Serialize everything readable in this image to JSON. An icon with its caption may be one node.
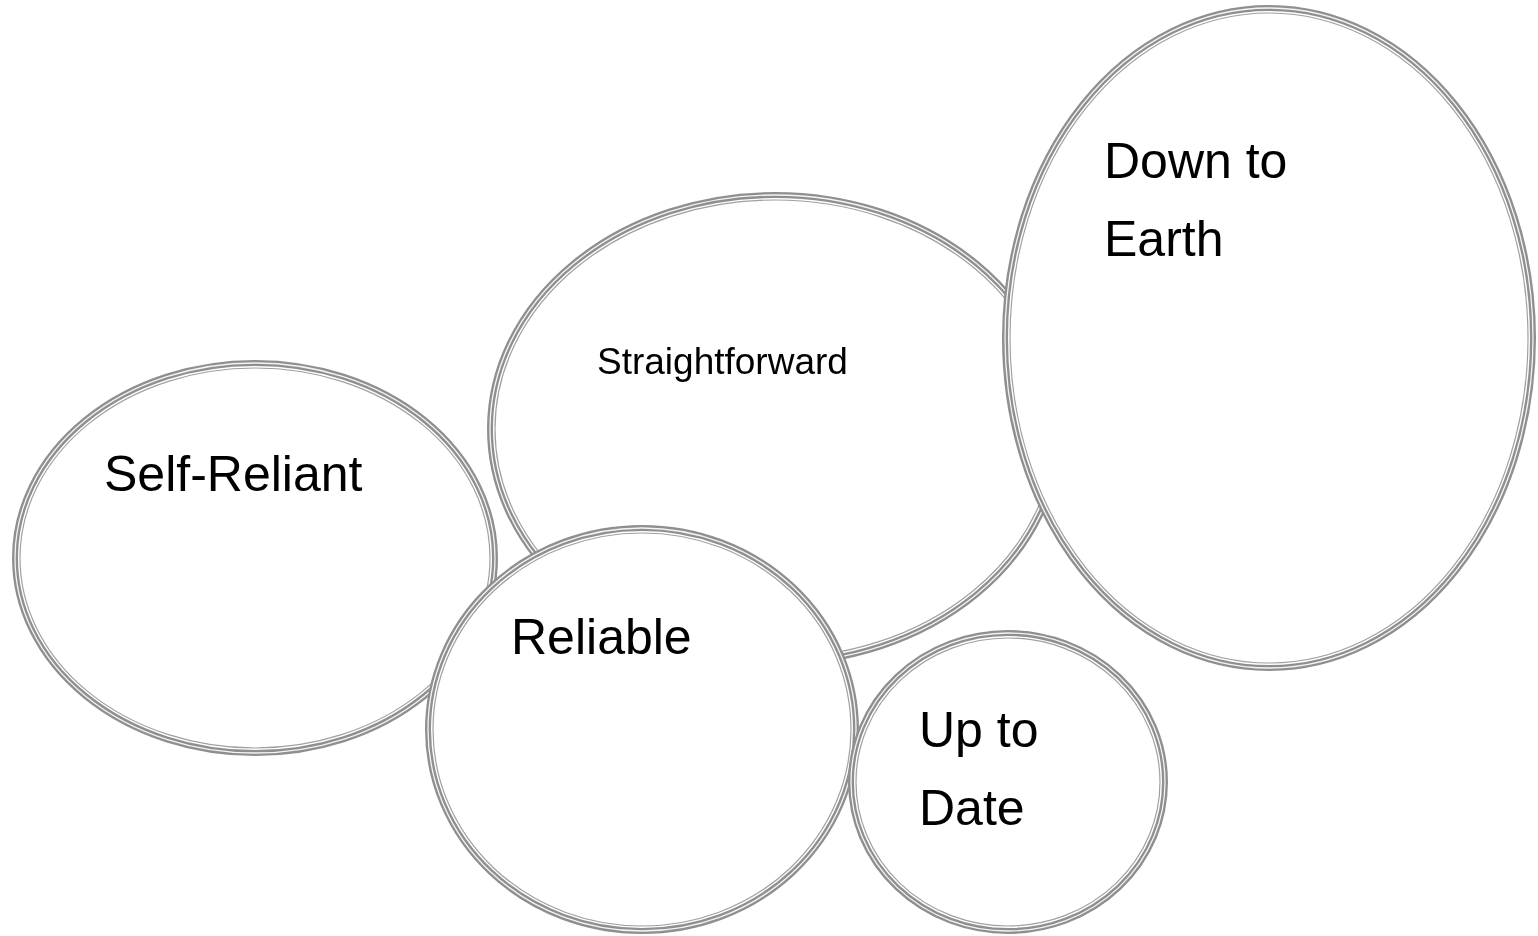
{
  "diagram": {
    "nodes": [
      {
        "text": [
          "Self-Reliant"
        ]
      },
      {
        "text": [
          "Straightforward"
        ]
      },
      {
        "text": [
          "Down to Earth"
        ]
      },
      {
        "text": [
          "Reliable"
        ]
      },
      {
        "text": [
          "Up to Date"
        ]
      }
    ]
  }
}
